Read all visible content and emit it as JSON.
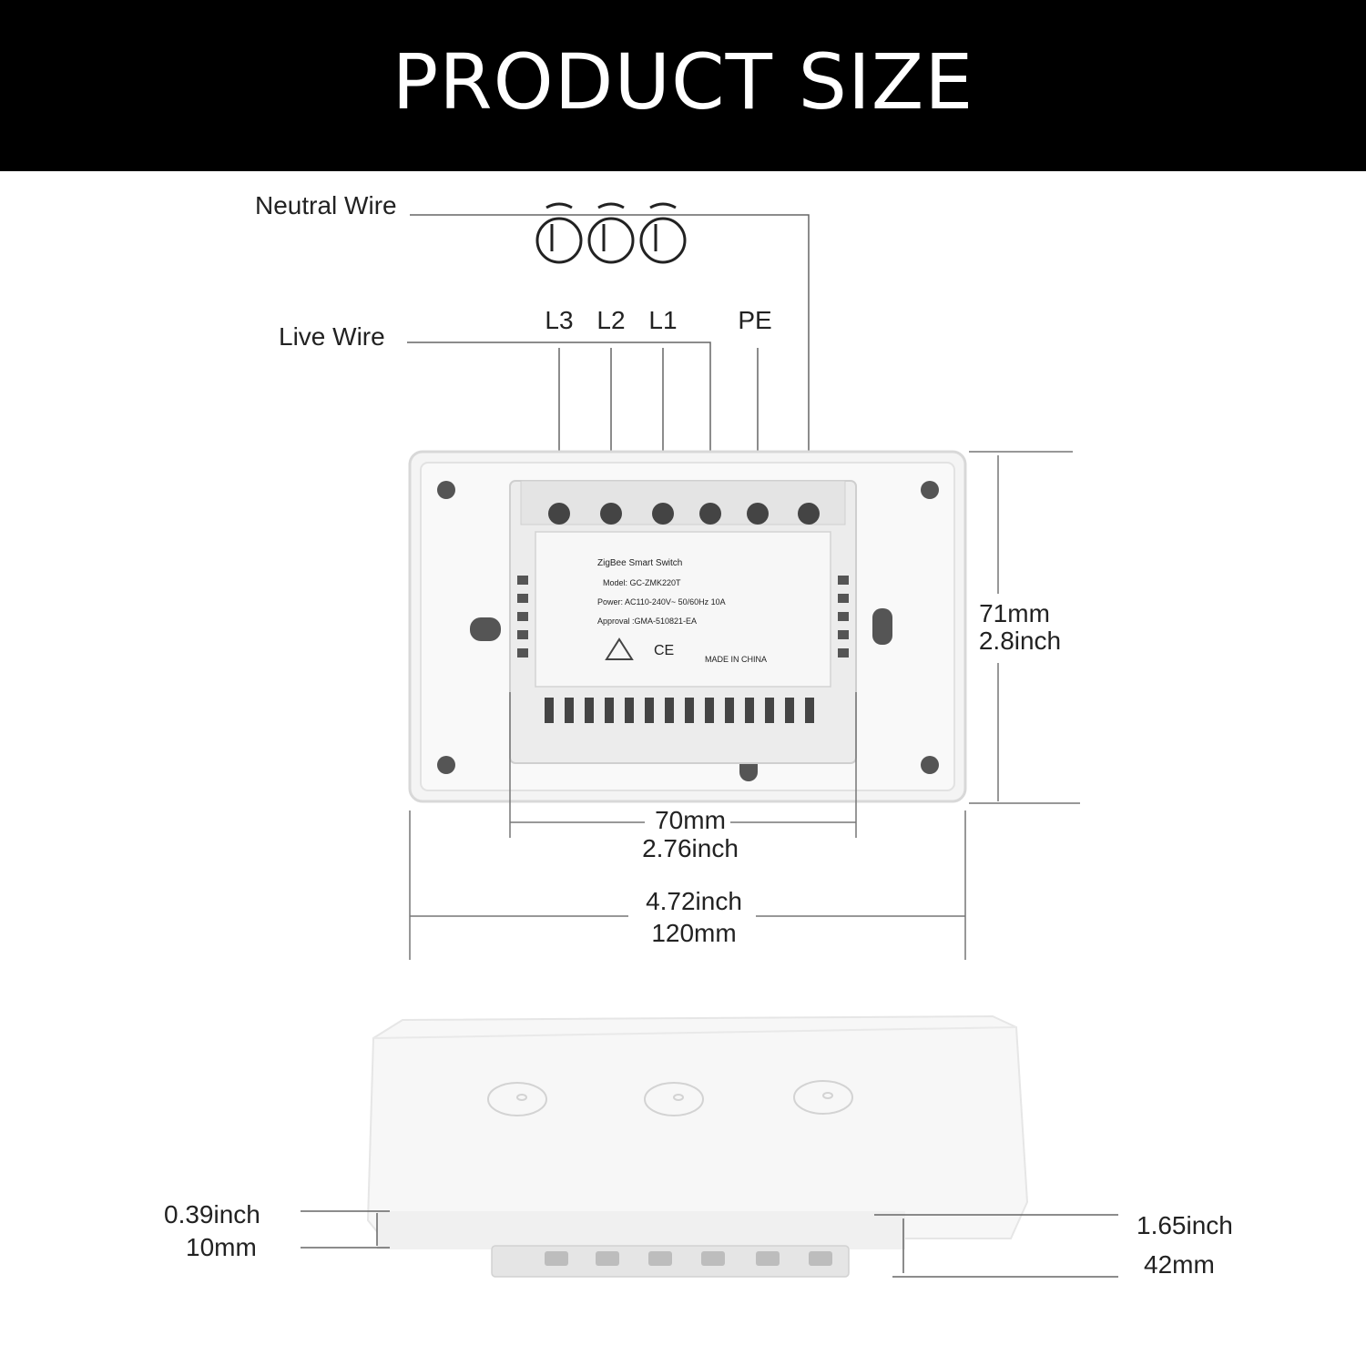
{
  "title": "PRODUCT SIZE",
  "wiring": {
    "neutral_label": "Neutral Wire",
    "live_label": "Live Wire",
    "terminals": [
      "L3",
      "L2",
      "L1",
      "PE"
    ]
  },
  "module_label": {
    "name": "ZigBee Smart Switch",
    "model": "Model: GC-ZMK220T",
    "power": "Power: AC110-240V~ 50/60Hz 10A",
    "approval": "Approval :GMA-510821-EA",
    "marks": "CE",
    "origin": "MADE IN CHINA"
  },
  "dimensions": {
    "height_mm": "71mm",
    "height_in": "2.8inch",
    "module_width_mm": "70mm",
    "module_width_in": "2.76inch",
    "width_in": "4.72inch",
    "width_mm": "120mm",
    "front_depth_in": "0.39inch",
    "front_depth_mm": "10mm",
    "total_depth_in": "1.65inch",
    "total_depth_mm": "42mm"
  },
  "touch_buttons": 3
}
